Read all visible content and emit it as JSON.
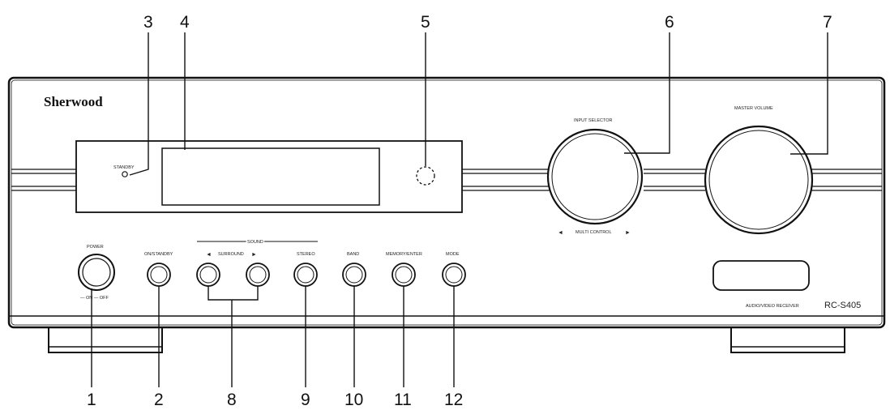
{
  "brand": "Sherwood",
  "labels": {
    "standby": "STANDBY",
    "input_selector": "INPUT SELECTOR",
    "multi_control": "MULTI CONTROL",
    "master_volume": "MASTER VOLUME",
    "power": "POWER",
    "power_on_off": "— ON — OFF",
    "on_standby": "ON/STANDBY",
    "sound": "SOUND",
    "surround": "SURROUND",
    "stereo": "STEREO",
    "band": "BAND",
    "memory_enter": "MEMORY/ENTER",
    "mode": "MODE",
    "product_type": "AUDIO/VIDEO RECEIVER",
    "model": "RC-S405"
  },
  "callouts": {
    "c1": "1",
    "c2": "2",
    "c3": "3",
    "c4": "4",
    "c5": "5",
    "c6": "6",
    "c7": "7",
    "c8": "8",
    "c9": "9",
    "c10": "10",
    "c11": "11",
    "c12": "12"
  },
  "arrows": {
    "left": "◄",
    "right": "►"
  },
  "colors": {
    "line": "#111111",
    "panel": "#ffffff"
  }
}
